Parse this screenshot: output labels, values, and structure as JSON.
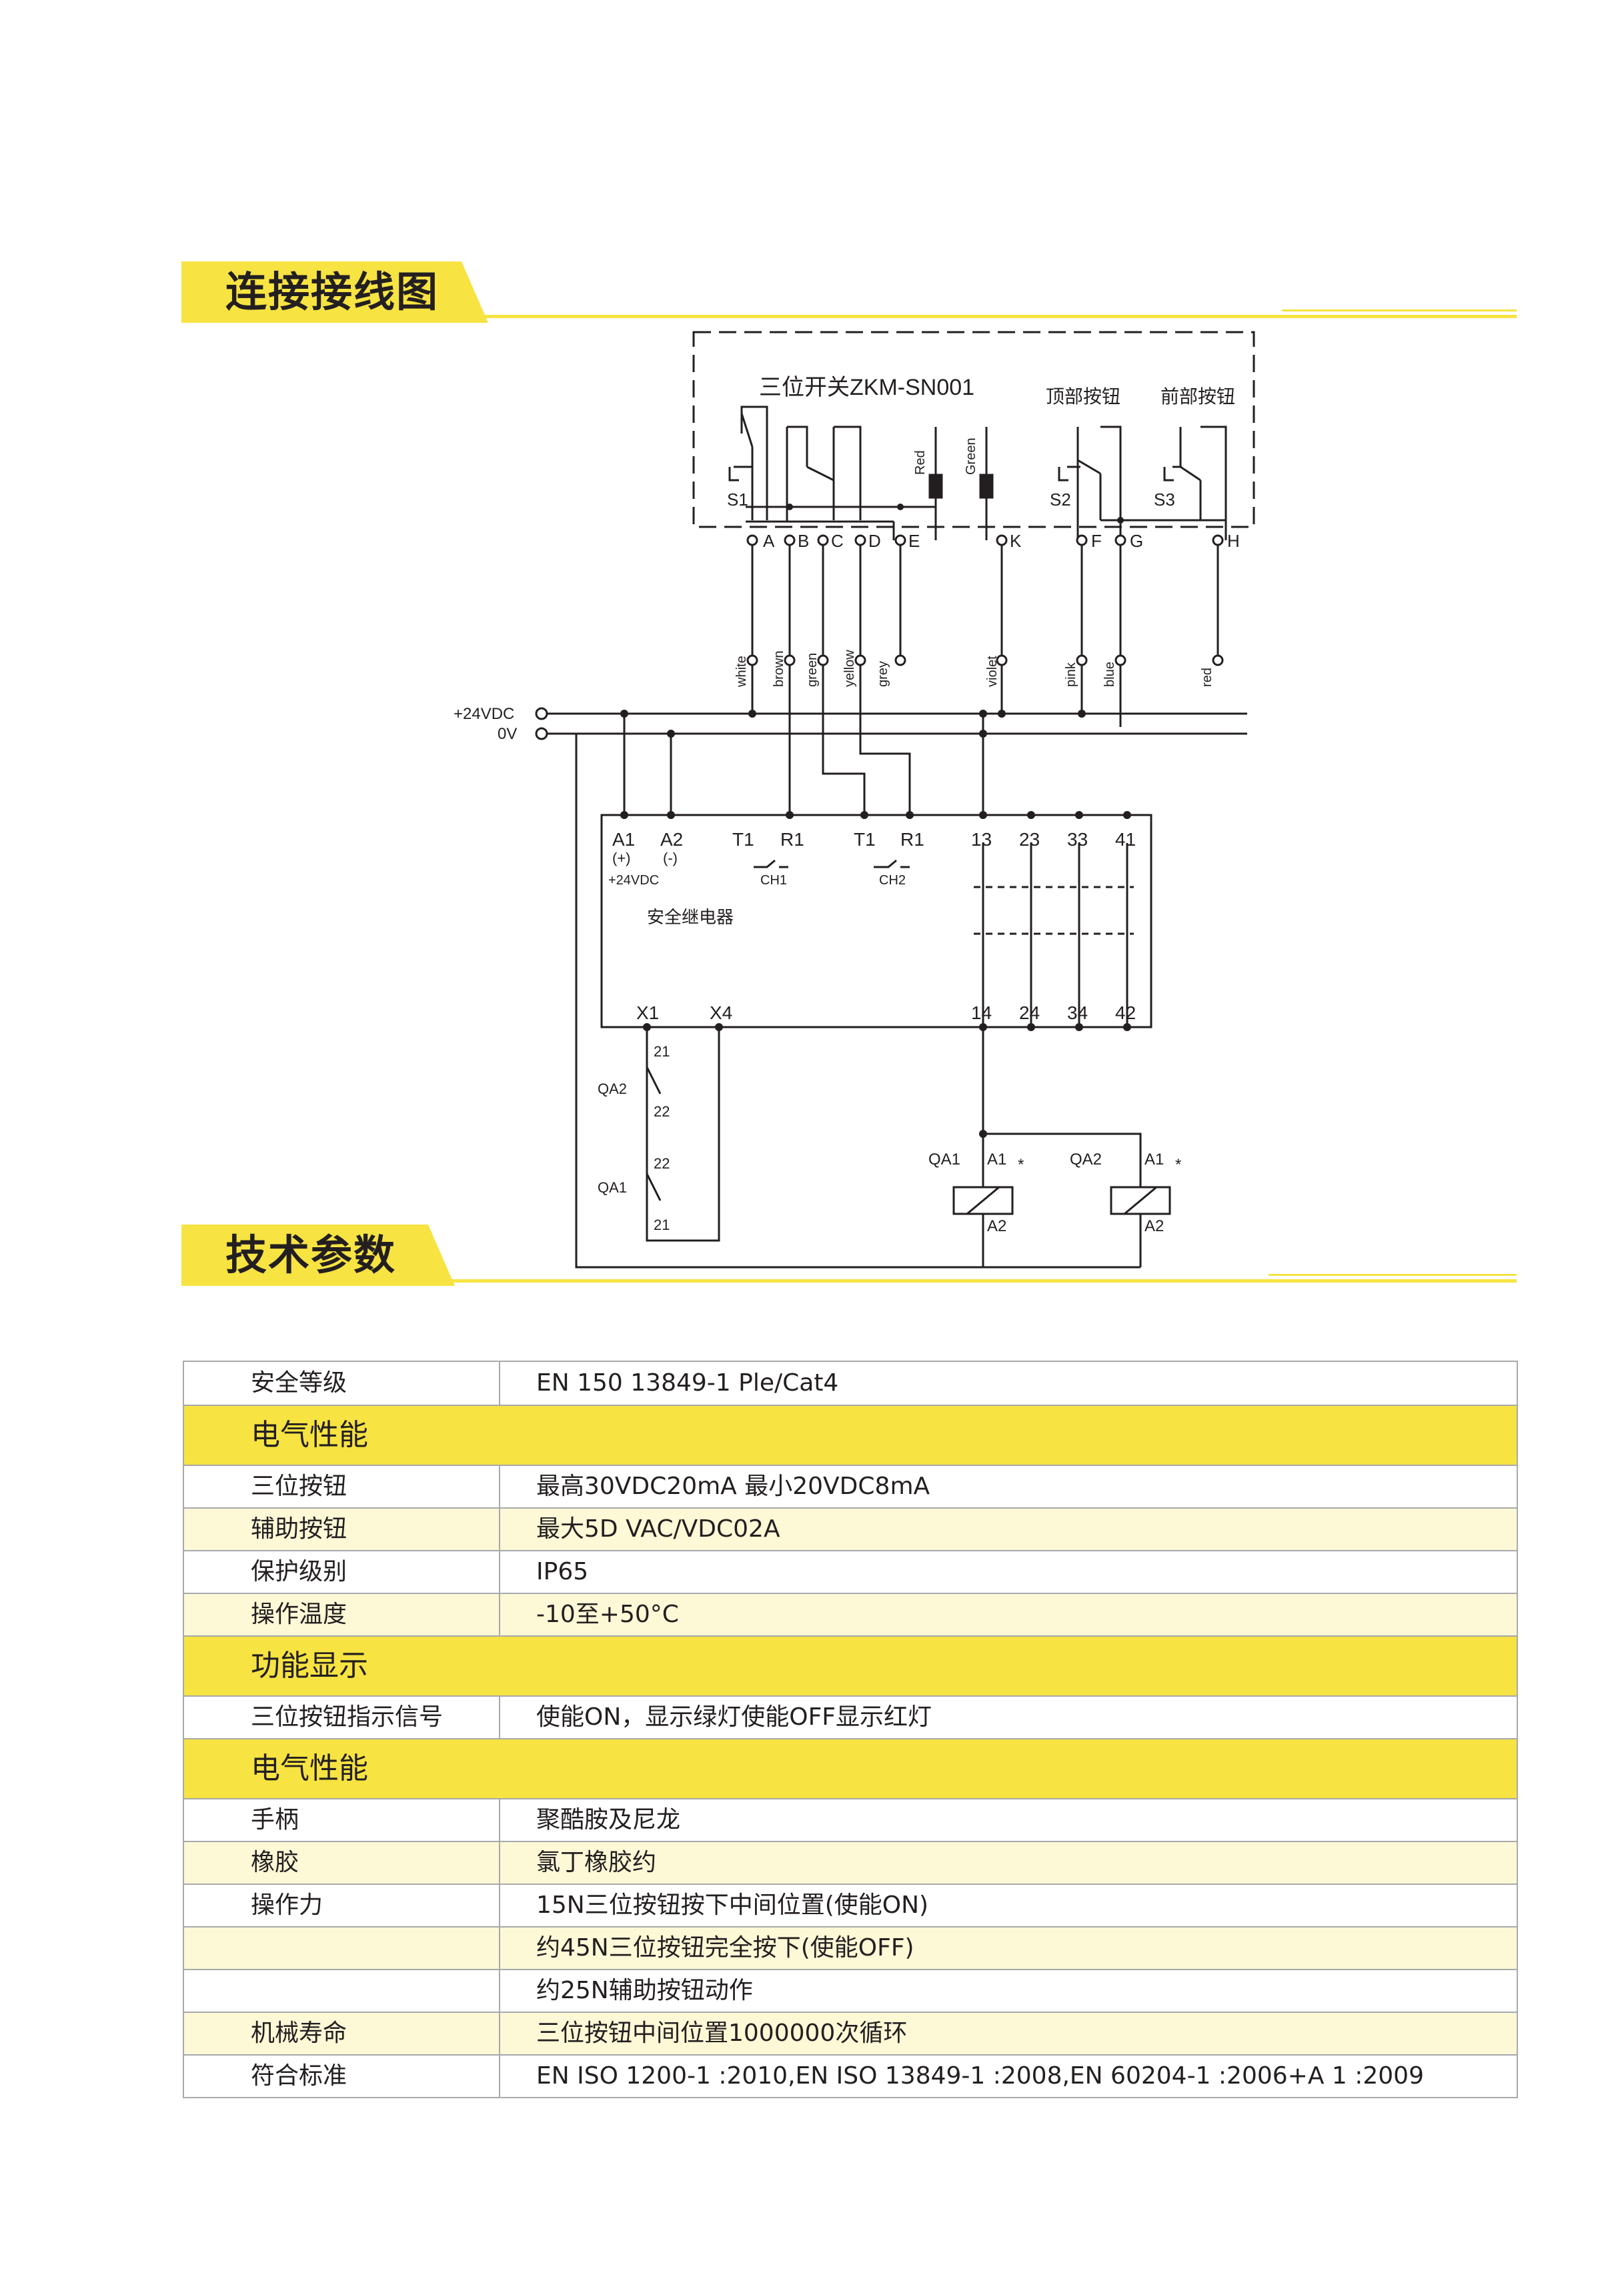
{
  "sections": {
    "wiring_title": "连接接线图",
    "specs_title": "技术参数"
  },
  "diagram": {
    "switch_label": "三位开关ZKM-SN001",
    "top_button": "顶部按钮",
    "front_button": "前部按钮",
    "s1": "S1",
    "s2": "S2",
    "s3": "S3",
    "led_red": "Red",
    "led_green": "Green",
    "terminals": [
      "A",
      "B",
      "C",
      "D",
      "E",
      "K",
      "F",
      "G",
      "H"
    ],
    "wires": [
      "white",
      "brown",
      "green",
      "yellow",
      "grey",
      "violet",
      "pink",
      "blue",
      "red"
    ],
    "supply_24v": "+24VDC",
    "supply_0v": "0V",
    "relay": {
      "title": "安全继电器",
      "a1": "A1",
      "a1_sign": "(+)",
      "a2": "A2",
      "a2_sign": "(-)",
      "a_note": "+24VDC",
      "t1": "T1",
      "r1": "R1",
      "ch1": "CH1",
      "ch2": "CH2",
      "contacts_top": [
        "13",
        "23",
        "33",
        "41"
      ],
      "contacts_bottom": [
        "14",
        "24",
        "34",
        "42"
      ],
      "x1": "X1",
      "x4": "X4"
    },
    "feedback": {
      "qa2": "QA2",
      "qa1": "QA1",
      "n21": "21",
      "n22": "22"
    },
    "coils": {
      "qa1": "QA1",
      "qa2": "QA2",
      "a1": "A1",
      "a2": "A2",
      "star": "*"
    }
  },
  "specs": [
    {
      "type": "row",
      "key": "安全等级",
      "value": "EN 150 13849-1 Ple/Cat4",
      "alt": false
    },
    {
      "type": "head",
      "label": "电气性能"
    },
    {
      "type": "row",
      "key": "三位按钮",
      "value": "最高30VDC20mA 最小20VDC8mA",
      "alt": false
    },
    {
      "type": "row",
      "key": "辅助按钮",
      "value": "最大5D VAC/VDC02A",
      "alt": true
    },
    {
      "type": "row",
      "key": "保护级别",
      "value": "IP65",
      "alt": false
    },
    {
      "type": "row",
      "key": "操作温度",
      "value": "-10至+50°C",
      "alt": true
    },
    {
      "type": "head",
      "label": "功能显示"
    },
    {
      "type": "row",
      "key": "三位按钮指示信号",
      "value": "使能ON，显示绿灯使能OFF显示红灯",
      "alt": false
    },
    {
      "type": "head",
      "label": "电气性能"
    },
    {
      "type": "row",
      "key": "手柄",
      "value": "聚酷胺及尼龙",
      "alt": false
    },
    {
      "type": "row",
      "key": "橡胶",
      "value": "氯丁橡胶约",
      "alt": true
    },
    {
      "type": "row",
      "key": "操作力",
      "value": "15N三位按钮按下中间位置(使能ON)",
      "alt": false
    },
    {
      "type": "row",
      "key": "",
      "value": "约45N三位按钮完全按下(使能OFF)",
      "alt": true
    },
    {
      "type": "row",
      "key": "",
      "value": "约25N辅助按钮动作",
      "alt": false
    },
    {
      "type": "row",
      "key": "机械寿命",
      "value": "三位按钮中间位置1000000次循环",
      "alt": true
    },
    {
      "type": "row",
      "key": "符合标准",
      "value": "EN ISO 1200-1 :2010,EN ISO 13849-1 :2008,EN 60204-1 :2006+A 1 :2009",
      "alt": false
    }
  ],
  "colors": {
    "accent": "#f7e342",
    "alt_row": "#fdf8d6",
    "border": "#a7a9ac"
  }
}
